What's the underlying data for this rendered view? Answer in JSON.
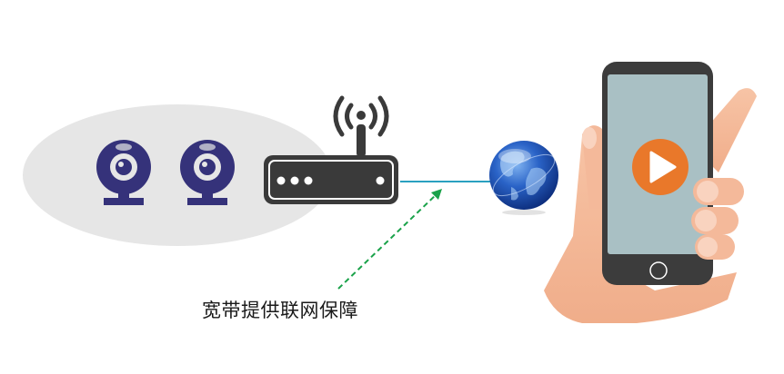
{
  "diagram": {
    "caption": "宽带提供联网保障",
    "nodes": [
      {
        "id": "camera-1",
        "type": "webcam"
      },
      {
        "id": "camera-2",
        "type": "webcam"
      },
      {
        "id": "router",
        "type": "wifi-router"
      },
      {
        "id": "internet",
        "type": "globe"
      },
      {
        "id": "phone",
        "type": "smartphone-in-hand",
        "screen_content": "play-button"
      }
    ],
    "edges": [
      {
        "from": "router",
        "to": "internet",
        "style": "solid",
        "color": "#2aa0c0"
      }
    ],
    "annotation_arrow": {
      "style": "dashed",
      "color": "#1aa24a",
      "points_to": "router-internet-link"
    },
    "colors": {
      "camera": "#35327a",
      "router": "#3a3a3a",
      "lan_zone": "#e6e6e6",
      "link": "#2aa0c0",
      "arrow": "#1aa24a",
      "phone_body": "#3c3c3c",
      "phone_screen": "#a9c0c4",
      "play_button": "#e9782a",
      "hand": "#f4b99a"
    }
  }
}
